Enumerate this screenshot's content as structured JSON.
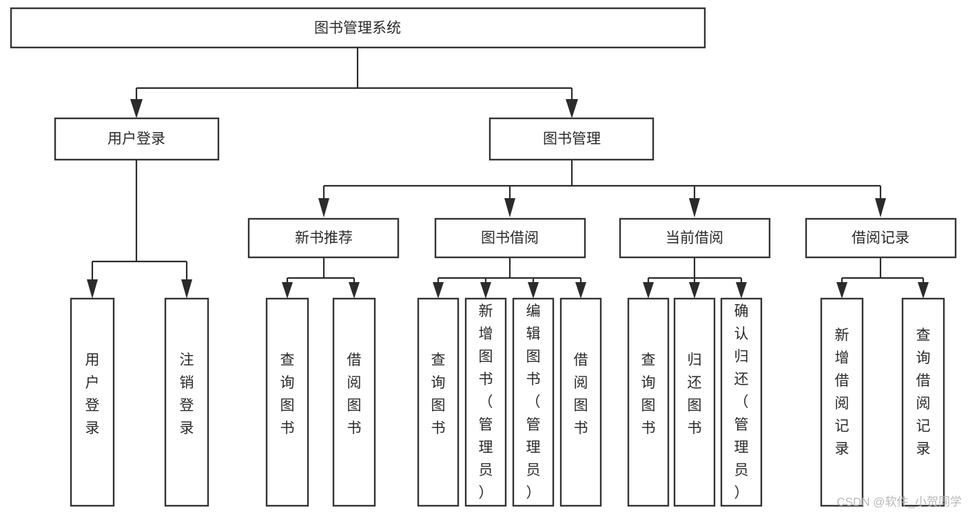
{
  "diagram": {
    "title": "图书管理系统",
    "type": "hierarchy-tree",
    "orientation": "top-down",
    "root": {
      "id": "root",
      "label": "图书管理系统",
      "text_orientation": "horizontal"
    },
    "level1": [
      {
        "id": "user-login",
        "label": "用户登录",
        "text_orientation": "horizontal",
        "children": [
          {
            "id": "user-login-leaf",
            "label": "用户登录",
            "text_orientation": "vertical"
          },
          {
            "id": "user-logout-leaf",
            "label": "注销登录",
            "text_orientation": "vertical"
          }
        ]
      },
      {
        "id": "book-management",
        "label": "图书管理",
        "text_orientation": "horizontal",
        "children": [
          {
            "id": "new-book-recommend",
            "label": "新书推荐",
            "text_orientation": "horizontal",
            "children": [
              {
                "id": "nbr-query-book",
                "label": "查询图书",
                "text_orientation": "vertical"
              },
              {
                "id": "nbr-borrow-book",
                "label": "借阅图书",
                "text_orientation": "vertical"
              }
            ]
          },
          {
            "id": "book-borrow",
            "label": "图书借阅",
            "text_orientation": "horizontal",
            "children": [
              {
                "id": "bb-query-book",
                "label": "查询图书",
                "text_orientation": "vertical"
              },
              {
                "id": "bb-add-book",
                "label": "新增图书（管理员）",
                "text_orientation": "vertical"
              },
              {
                "id": "bb-edit-book",
                "label": "编辑图书（管理员）",
                "text_orientation": "vertical"
              },
              {
                "id": "bb-borrow-book",
                "label": "借阅图书",
                "text_orientation": "vertical"
              }
            ]
          },
          {
            "id": "current-borrow",
            "label": "当前借阅",
            "text_orientation": "horizontal",
            "children": [
              {
                "id": "cb-query-book",
                "label": "查询图书",
                "text_orientation": "vertical"
              },
              {
                "id": "cb-return-book",
                "label": "归还图书",
                "text_orientation": "vertical"
              },
              {
                "id": "cb-confirm-return",
                "label": "确认归还（管理员）",
                "text_orientation": "vertical"
              }
            ]
          },
          {
            "id": "borrow-record",
            "label": "借阅记录",
            "text_orientation": "horizontal",
            "children": [
              {
                "id": "br-add-record",
                "label": "新增借阅记录",
                "text_orientation": "vertical"
              },
              {
                "id": "br-query-record",
                "label": "查询借阅记录",
                "text_orientation": "vertical"
              }
            ]
          }
        ]
      }
    ]
  },
  "watermark": {
    "text": "CSDN @软件_小贺同学"
  },
  "colors": {
    "box_border": "#333333",
    "box_fill": "#ffffff",
    "connector": "#2b2b2b",
    "label_text": "#2a2a2a",
    "watermark_text": "#b8b8b8",
    "background": "#ffffff"
  }
}
